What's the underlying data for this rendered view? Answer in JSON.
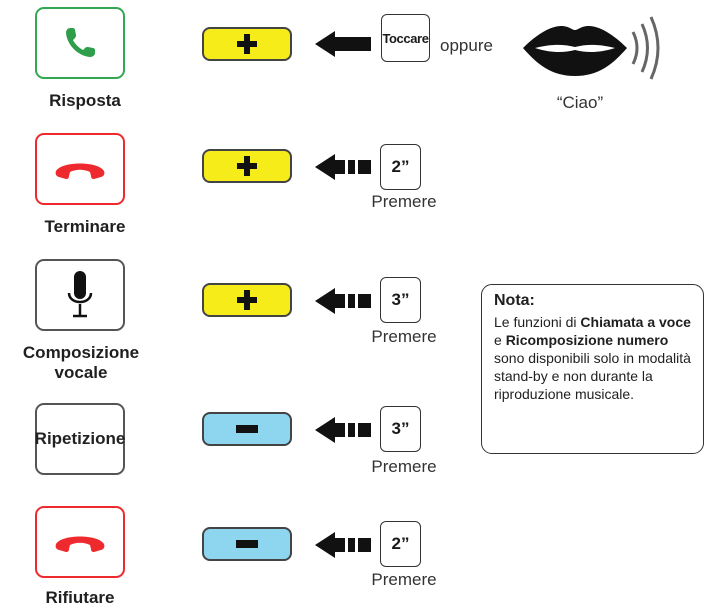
{
  "rows": [
    {
      "id": "risposta",
      "caption": "Risposta",
      "icon": "phone-answer-icon",
      "button": "plus-button"
    },
    {
      "id": "terminare",
      "caption": "Terminare",
      "icon": "phone-hangup-icon",
      "button": "plus-button",
      "duration": "2”",
      "press": "Premere"
    },
    {
      "id": "composizione",
      "caption_line1": "Composizione",
      "caption_line2": "vocale",
      "icon": "microphone-icon",
      "button": "plus-button",
      "duration": "3”",
      "press": "Premere"
    },
    {
      "id": "ripetizione",
      "caption": "Ripetizione",
      "button": "minus-button",
      "duration": "3”",
      "press": "Premere"
    },
    {
      "id": "rifiutare",
      "caption": "Rifiutare",
      "icon": "phone-hangup-icon",
      "button": "minus-button",
      "duration": "2”",
      "press": "Premere"
    }
  ],
  "answer": {
    "touch_label": "Toccare",
    "or_label": "oppure",
    "voice_command": "“Ciao”",
    "icon": "speaking-lips-icon"
  },
  "note": {
    "title": "Nota:",
    "parts": [
      "Le funzioni di ",
      "Chiamata a voce",
      " e ",
      "Ricomposizione numero",
      " sono disponibili solo in modalità stand-by e non durante la riproduzione musicale."
    ]
  },
  "colors": {
    "answer_green": "#33a852",
    "hangup_red": "#ee2a2e",
    "plus_yellow": "#f6ec1a",
    "minus_blue": "#8ed5ef",
    "outline": "#444444"
  }
}
